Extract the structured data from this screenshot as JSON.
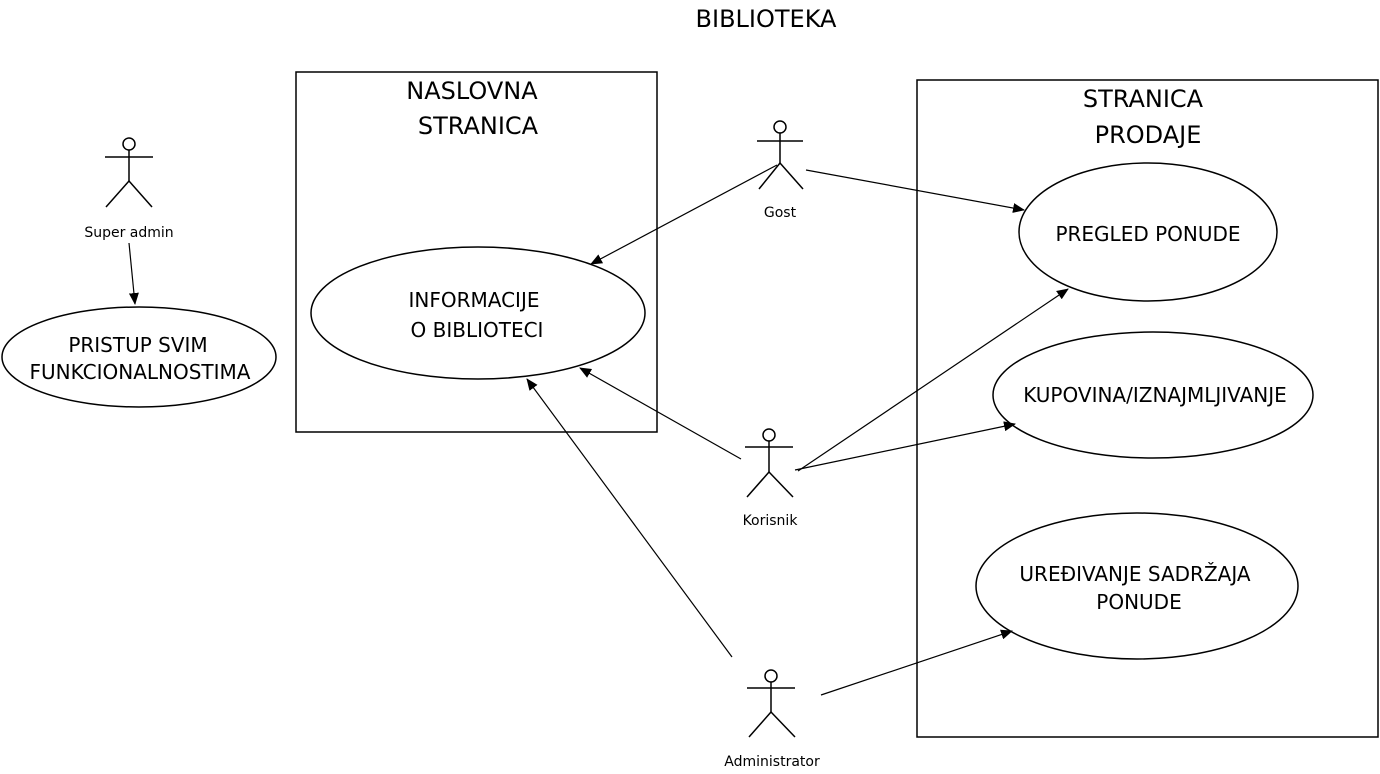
{
  "diagram": {
    "title": "BIBLIOTEKA",
    "boundaries": [
      {
        "id": "naslovna",
        "title_lines": [
          "NASLOVNA",
          "STRANICA"
        ]
      },
      {
        "id": "prodaja",
        "title_lines": [
          "STRANICA",
          "PRODAJE"
        ]
      }
    ],
    "use_cases": [
      {
        "id": "pristup",
        "lines": [
          "PRISTUP SVIM",
          "FUNKCIONALNOSTIMA"
        ]
      },
      {
        "id": "informacije",
        "lines": [
          "INFORMACIJE",
          "O BIBLIOTECI"
        ]
      },
      {
        "id": "pregled",
        "lines": [
          "PREGLED PONUDE"
        ]
      },
      {
        "id": "kupovina",
        "lines": [
          "KUPOVINA/IZNAJMLJIVANJE"
        ]
      },
      {
        "id": "uredjivanje",
        "lines": [
          "UREĐIVANJE SADRŽAJA",
          "PONUDE"
        ]
      }
    ],
    "actors": [
      {
        "id": "superadmin",
        "label": "Super admin"
      },
      {
        "id": "gost",
        "label": "Gost"
      },
      {
        "id": "korisnik",
        "label": "Korisnik"
      },
      {
        "id": "administrator",
        "label": "Administrator"
      }
    ],
    "associations": [
      {
        "from": "superadmin",
        "to": "pristup"
      },
      {
        "from": "gost",
        "to": "informacije"
      },
      {
        "from": "gost",
        "to": "pregled"
      },
      {
        "from": "korisnik",
        "to": "informacije"
      },
      {
        "from": "korisnik",
        "to": "pregled"
      },
      {
        "from": "korisnik",
        "to": "kupovina"
      },
      {
        "from": "administrator",
        "to": "informacije"
      },
      {
        "from": "administrator",
        "to": "uredjivanje"
      }
    ]
  }
}
